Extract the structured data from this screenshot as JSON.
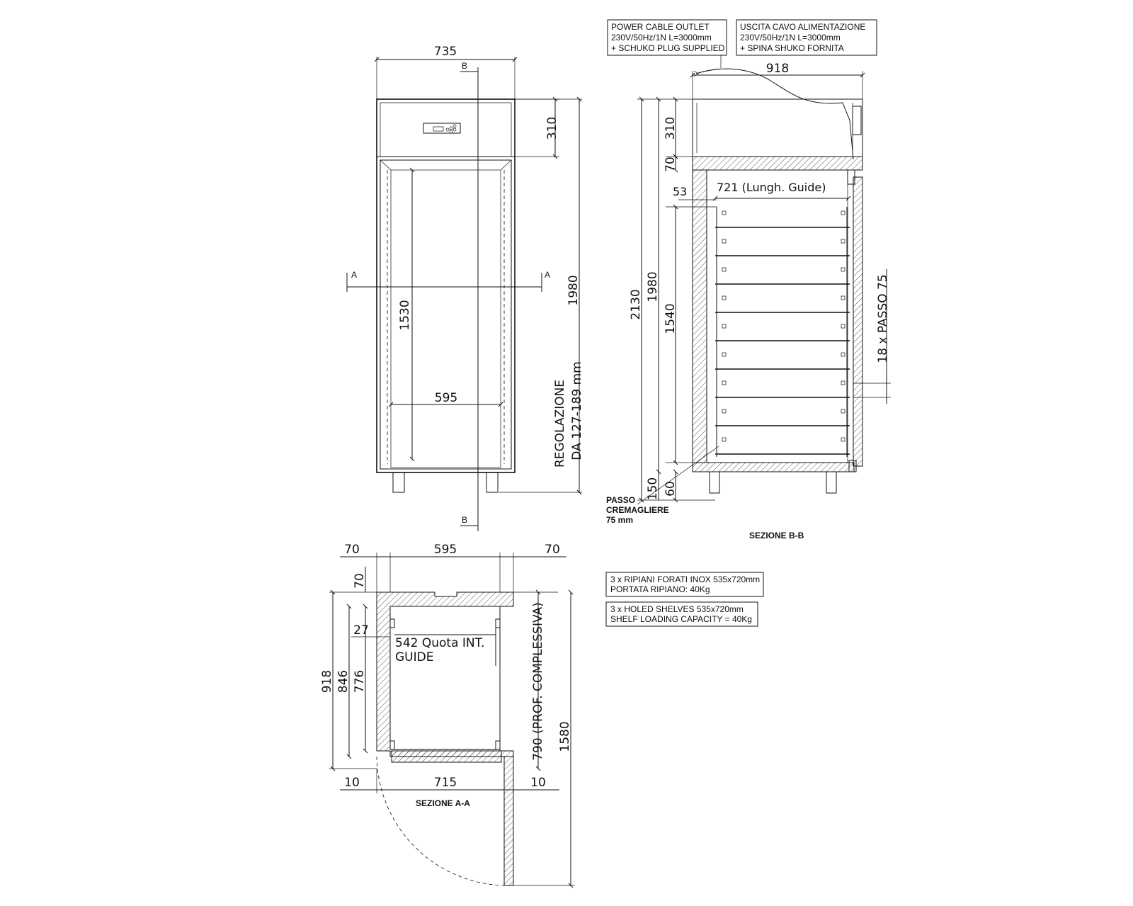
{
  "front_view": {
    "width_label": "735",
    "height_label": "1980",
    "top_panel_label": "310",
    "inner_height_label": "1530",
    "inner_width_label": "595",
    "section_a_label": "A",
    "section_b_label": "B",
    "adjust_line1": "REGOLAZIONE",
    "adjust_line2": "DA 127-189  mm"
  },
  "section_bb": {
    "width_label": "918",
    "total_height_label": "2130",
    "body_height_label": "1980",
    "top_label": "310",
    "wall_label": "70",
    "guide_offset_label": "53",
    "guide_length_label": "721 (Lungh. Guide)",
    "inner_height_label": "1540",
    "feet_label": "150",
    "bottom_label": "60",
    "pitch_label": "18 x PASSO 75",
    "rack_note_line1": "PASSO",
    "rack_note_line2": "CREMAGLIERE",
    "rack_note_line3": "75 mm",
    "caption": "SEZIONE B-B"
  },
  "section_aa": {
    "left_wall": "70",
    "inner_width": "595",
    "right_wall": "70",
    "top_wall": "70",
    "depth_total": "918",
    "depth_846": "846",
    "depth_776": "776",
    "guide_offset": "27",
    "guide_note_line1": "542 Quota INT.",
    "guide_note_line2": "GUIDE",
    "prof_label": "790 (PROF. COMPLESSIVA)",
    "door_swing_label": "1580",
    "bottom_left": "10",
    "bottom_width": "715",
    "bottom_right": "10",
    "caption": "SEZIONE A-A"
  },
  "notes": {
    "power_en": [
      "POWER CABLE OUTLET",
      "230V/50Hz/1N L=3000mm",
      "+ SCHUKO PLUG SUPPLIED"
    ],
    "power_it": [
      "USCITA CAVO ALIMENTAZIONE",
      "230V/50Hz/1N L=3000mm",
      "+ SPINA SHUKO FORNITA"
    ],
    "shelves_it": [
      "3 x RIPIANI FORATI INOX 535x720mm",
      "PORTATA RIPIANO: 40Kg"
    ],
    "shelves_en": [
      "3 x HOLED SHELVES 535x720mm",
      "SHELF LOADING CAPACITY = 40Kg"
    ]
  }
}
